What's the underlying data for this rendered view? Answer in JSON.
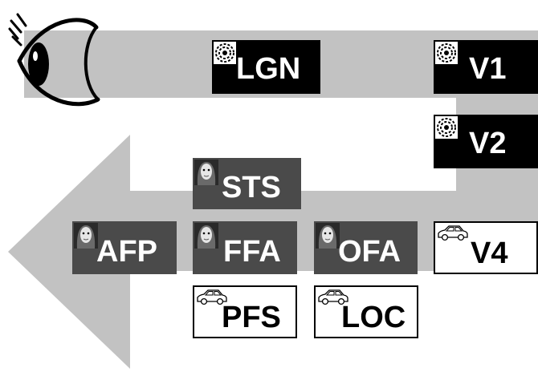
{
  "colors": {
    "arrow": "#c2c2c2",
    "face_region": "#4a4a4a",
    "early_region": "#000000",
    "object_region": "#ffffff"
  },
  "regions": {
    "lgn": {
      "label": "LGN",
      "icon": "pattern-icon"
    },
    "v1": {
      "label": "V1",
      "icon": "pattern-icon"
    },
    "v2": {
      "label": "V2",
      "icon": "pattern-icon"
    },
    "sts": {
      "label": "STS",
      "icon": "face-icon"
    },
    "afp": {
      "label": "AFP",
      "icon": "face-icon"
    },
    "ffa": {
      "label": "FFA",
      "icon": "face-icon"
    },
    "ofa": {
      "label": "OFA",
      "icon": "face-icon"
    },
    "v4": {
      "label": "V4",
      "icon": "car-icon"
    },
    "pfs": {
      "label": "PFS",
      "icon": "car-icon"
    },
    "loc": {
      "label": "LOC",
      "icon": "car-icon"
    }
  }
}
